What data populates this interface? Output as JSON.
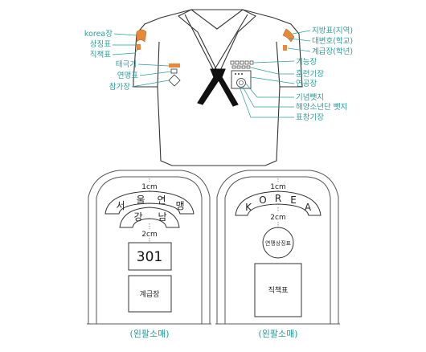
{
  "shirt_labels_left": [
    "korea장",
    "상징표",
    "직책표",
    "태극기",
    "연맹표",
    "참가장"
  ],
  "shirt_labels_right": [
    "지방표(지역)",
    "대변호(학교)",
    "계급장(학년)",
    "기능장",
    "훈련기장",
    "연공장",
    "기념뺏지",
    "해양소년단 뺏지",
    "표창기장"
  ],
  "panel_left": {
    "dim_top": "1cm",
    "arc_top": [
      "서",
      "울",
      "연",
      "맹"
    ],
    "arc_second": [
      "강",
      "남"
    ],
    "dim_mid": "2cm",
    "number": "301",
    "rank": "계급장",
    "caption": "(왼팔소매)"
  },
  "panel_right": {
    "dim_top": "1cm",
    "arc_top": [
      "K",
      "O",
      "R",
      "E",
      "A"
    ],
    "dim_mid": "2cm",
    "circle": "연맹상징표",
    "position": "직책표",
    "caption": "(왼팔소매)"
  },
  "colors": {
    "label": "#2a9d9a",
    "patch": "#e8883a",
    "line": "#333333"
  }
}
